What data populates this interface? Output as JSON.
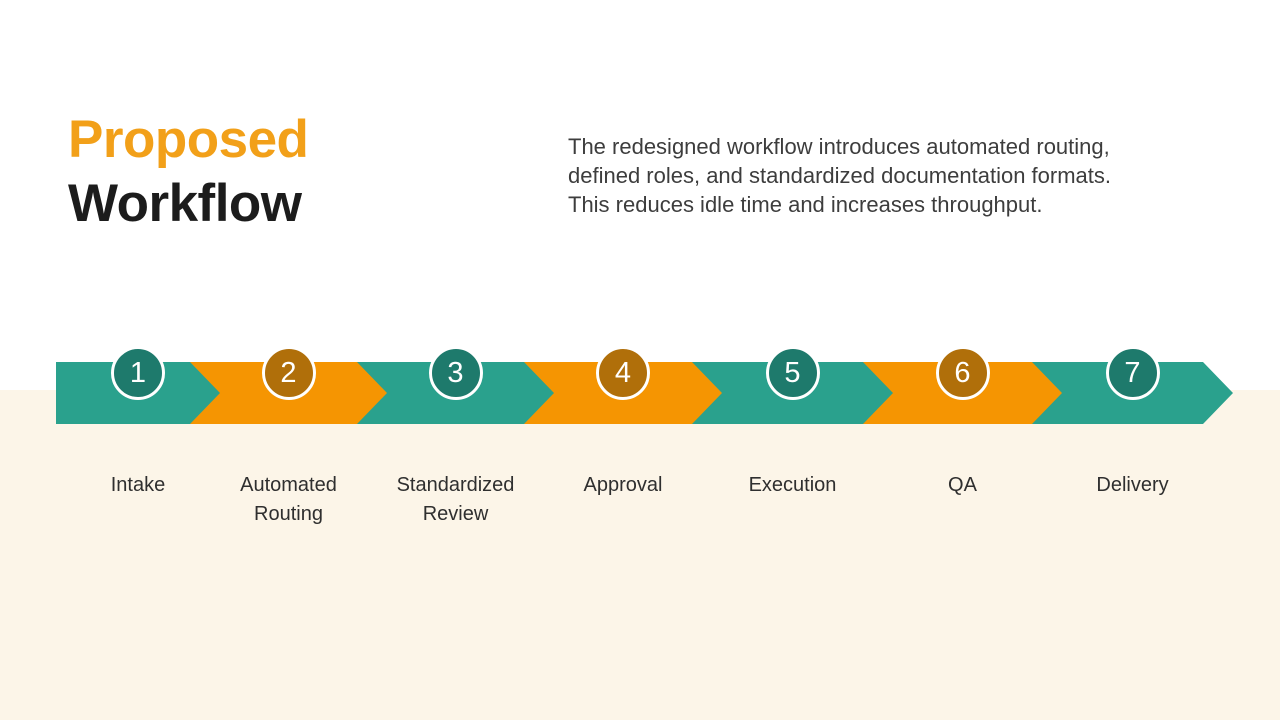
{
  "slide": {
    "title": {
      "line1": "Proposed",
      "line2": "Workflow"
    },
    "description": "The redesigned workflow introduces automated routing, defined roles, and standardized documentation formats. This reduces idle time and increases throughput."
  },
  "colors": {
    "title_accent_orange": "#F2A019",
    "title_black": "#1C1C1C",
    "band_teal": "#2AA18D",
    "band_teal_dark": "#1E7A6C",
    "band_orange": "#F59502",
    "band_orange_dark": "#B06F0A",
    "background_cream": "#FCF5E8",
    "background_white": "#FFFFFF",
    "circle_ring_white": "#FFFFFF"
  },
  "workflow": {
    "steps": [
      {
        "number": "1",
        "label": "Intake",
        "color": "teal"
      },
      {
        "number": "2",
        "label": "Automated Routing",
        "color": "orange"
      },
      {
        "number": "3",
        "label": "Standardized Review",
        "color": "teal"
      },
      {
        "number": "4",
        "label": "Approval",
        "color": "orange"
      },
      {
        "number": "5",
        "label": "Execution",
        "color": "teal"
      },
      {
        "number": "6",
        "label": "QA",
        "color": "orange"
      },
      {
        "number": "7",
        "label": "Delivery",
        "color": "teal"
      }
    ]
  }
}
